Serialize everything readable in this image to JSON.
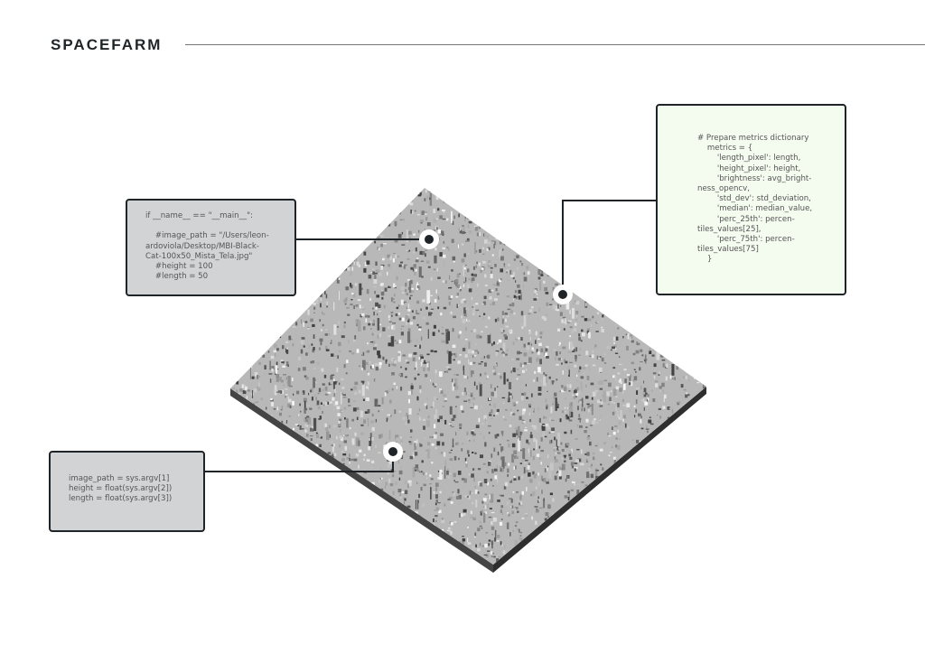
{
  "header": {
    "logo": "SPACEFARM"
  },
  "callouts": {
    "main_block": "if __name__ == \"__main__\":\n\n    #image_path = \"/Users/leon-\nardoviola/Desktop/MBI-Black-\nCat-100x50_Mista_Tela.jpg\"\n    #height = 100\n    #length = 50",
    "metrics_block": "# Prepare metrics dictionary\n    metrics = {\n        'length_pixel': length,\n        'height_pixel': height,\n        'brightness': avg_bright-\nness_opencv,\n        'std_dev': std_deviation,\n        'median': median_value,\n        'perc_25th': percen-\ntiles_values[25],\n        'perc_75th': percen-\ntiles_values[75]\n    }",
    "args_block": "image_path = sys.argv[1]\nheight = float(sys.argv[2])\nlength = float(sys.argv[3])"
  },
  "colors": {
    "dark": "#1f2428",
    "terrain_side": "#3a3a3a",
    "gray_box": "#d2d3d5",
    "green_box": "#f4fbef"
  }
}
